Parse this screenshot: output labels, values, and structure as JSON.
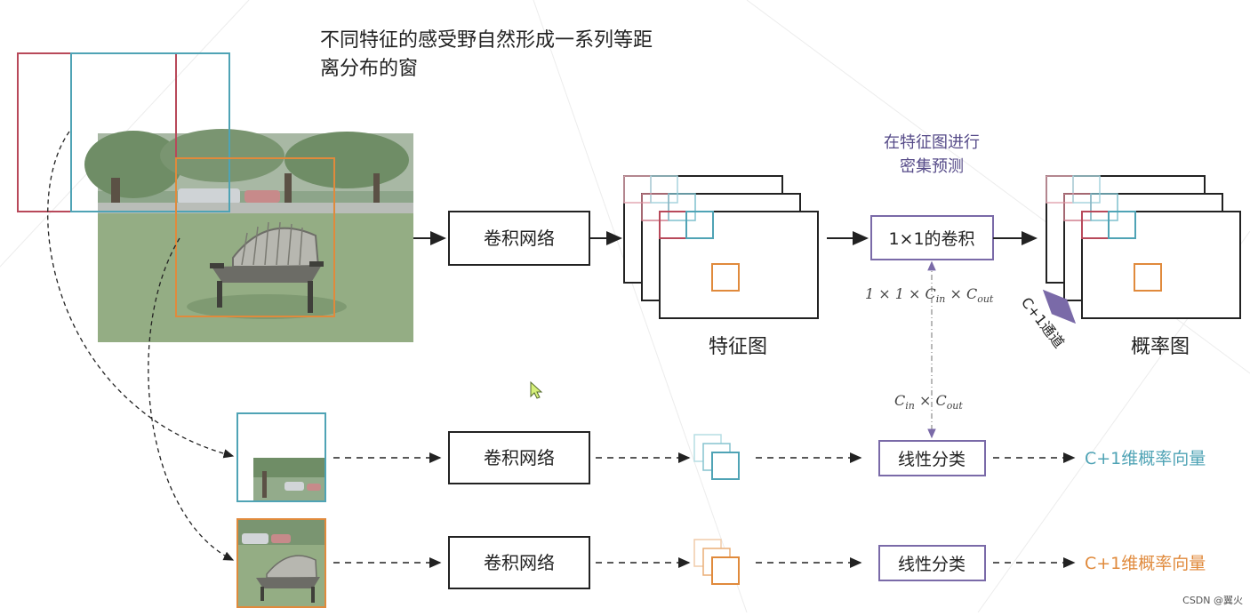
{
  "title_line1": "不同特征的感受野自然形成一系列等距",
  "title_line2": "离分布的窗",
  "box_conv": "卷积网络",
  "label_feature_map": "特征图",
  "dense_line1": "在特征图进行",
  "dense_line2": "密集预测",
  "box_1x1": "1×1的卷积",
  "param_full": "1 × 1 × C",
  "param_full_sub1": "in",
  "param_full_mid": " × C",
  "param_full_sub2": "out",
  "param_small": "C",
  "param_small_sub1": "in",
  "param_small_mid": " × C",
  "param_small_sub2": "out",
  "channel_label": "C+1通道",
  "label_prob_map": "概率图",
  "box_linear": "线性分类",
  "output_vector": "C+1维概率向量",
  "watermark": "CSDN @翼火",
  "colors": {
    "red": "#b8495a",
    "cyan": "#4fa3b5",
    "orange": "#e08a3c",
    "purple": "#7a6aa8",
    "dark": "#222222"
  }
}
